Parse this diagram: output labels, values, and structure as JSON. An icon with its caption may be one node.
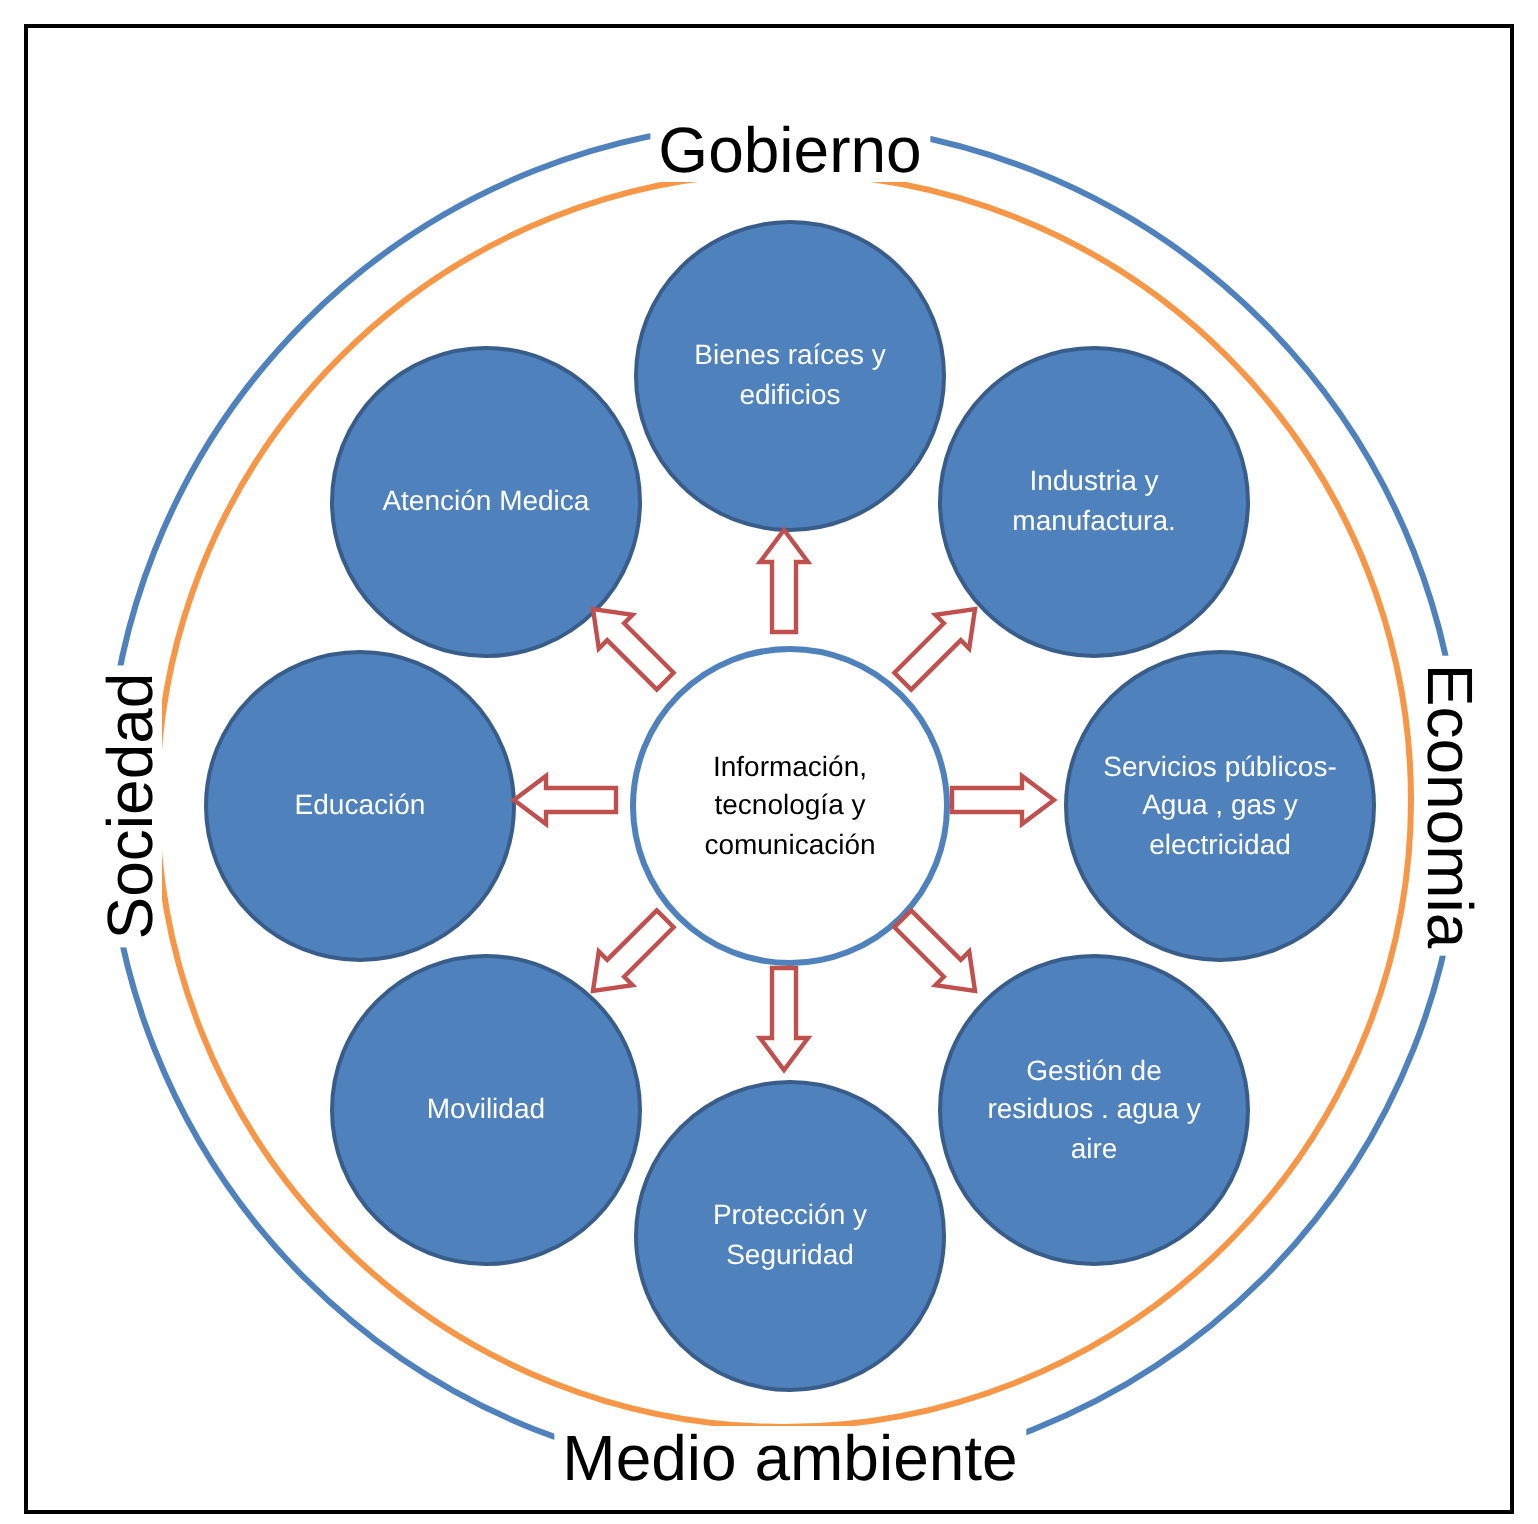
{
  "diagram": {
    "nodes": [
      {
        "text": [
          "Gobierno",
          "Economia",
          "Medio ambiente",
          "Sociedad"
        ]
      },
      {
        "text": [
          "Bienes raíces y edificios"
        ],
        "in": 0
      },
      {
        "text": [
          "Atención Medica"
        ],
        "in": 0
      },
      {
        "text": [
          "Industria y manufactura."
        ],
        "in": 0
      },
      {
        "text": [
          "Servicios públicos- Agua , gas y electricidad"
        ],
        "in": 0
      },
      {
        "text": [
          "Educación"
        ],
        "in": 0
      },
      {
        "text": [
          "Información, tecnología y comunicación"
        ],
        "in": 0
      },
      {
        "text": [
          "Movilidad"
        ],
        "in": 0
      },
      {
        "text": [
          "Gestión de residuos . agua y aire"
        ],
        "in": 0
      },
      {
        "text": [
          "Protección y Seguridad"
        ],
        "in": 0
      }
    ],
    "edges": [
      {
        "from": 6,
        "to": 1,
        "arrow": "to"
      },
      {
        "from": 6,
        "to": 2,
        "arrow": "to"
      },
      {
        "from": 6,
        "to": 3,
        "arrow": "to"
      },
      {
        "from": 6,
        "to": 4,
        "arrow": "to"
      },
      {
        "from": 6,
        "to": 5,
        "arrow": "to"
      },
      {
        "from": 6,
        "to": 7,
        "arrow": "to"
      },
      {
        "from": 6,
        "to": 8,
        "arrow": "to"
      },
      {
        "from": 6,
        "to": 9,
        "arrow": "to"
      }
    ]
  }
}
